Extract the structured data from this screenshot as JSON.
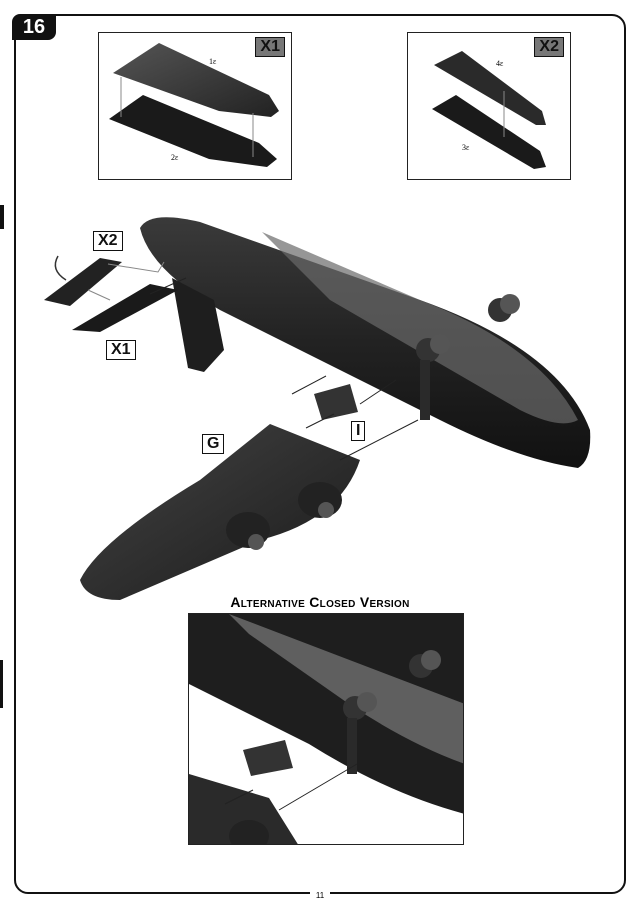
{
  "step": {
    "number": "16"
  },
  "insets": {
    "x1": {
      "tag": "X1",
      "part_top": "1ε",
      "part_bottom": "2ε"
    },
    "x2": {
      "tag": "X2",
      "part_top": "4ε",
      "part_bottom": "3ε"
    }
  },
  "main": {
    "tag_x2": "X2",
    "tag_x1": "X1",
    "tag_g": "G",
    "tag_i": "I"
  },
  "alternative": {
    "title": "Alternative Closed Version"
  },
  "footer": {
    "page_number": "11"
  }
}
